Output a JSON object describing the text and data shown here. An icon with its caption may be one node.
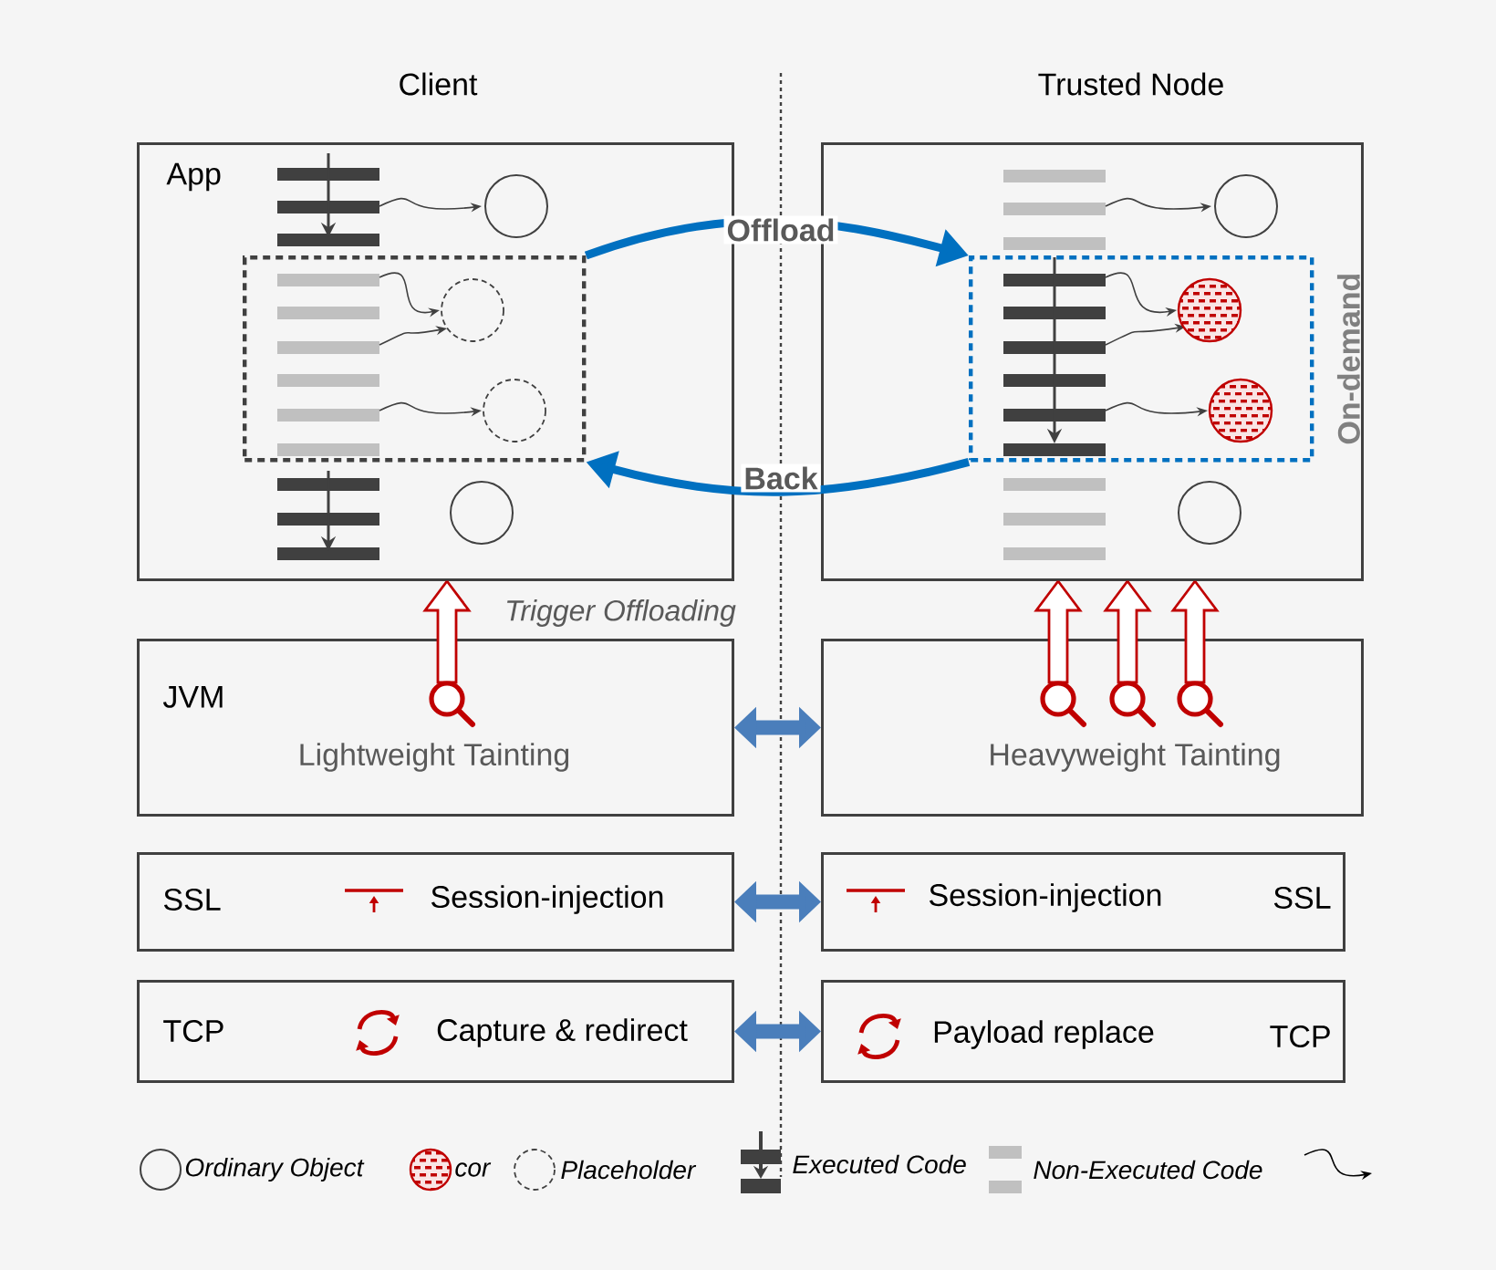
{
  "diagram": {
    "nodes": [
      {
        "text": [
          "App"
        ]
      },
      {
        "text": [],
        "shape": "box",
        "in": 0
      },
      {
        "text": [],
        "shape": "box"
      },
      {
        "text": [
          "On-demand"
        ],
        "in": 2
      },
      {
        "text": [
          "JVM",
          "Lightweight Tainting"
        ]
      },
      {
        "text": [
          "Heavyweight Tainting"
        ]
      },
      {
        "text": [
          "SSL",
          "Session-injection"
        ]
      },
      {
        "text": [
          "Session-injection",
          "SSL"
        ]
      },
      {
        "text": [
          "TCP",
          "Capture & redirect"
        ]
      },
      {
        "text": [
          "Payload replace",
          "TCP"
        ]
      }
    ],
    "edges": [
      {
        "from": 1,
        "to": 3,
        "arrow": "to",
        "label": "Offload",
        "color": "#0070c0"
      },
      {
        "from": 3,
        "to": 1,
        "arrow": "to",
        "label": "Back",
        "color": "#0070c0"
      },
      {
        "from": 4,
        "to": 5,
        "arrow": "both",
        "color": "#4a7ebb"
      },
      {
        "from": 6,
        "to": 7,
        "arrow": "both",
        "color": "#4a7ebb"
      },
      {
        "from": 8,
        "to": 9,
        "arrow": "both",
        "color": "#4a7ebb"
      },
      {
        "from": 4,
        "to": 0,
        "arrow": "to",
        "label": "Trigger Offloading",
        "color": "#c00000"
      },
      {
        "from": 5,
        "to": 2,
        "arrow": "to",
        "color": "#c00000"
      },
      {
        "from": 5,
        "to": 2,
        "arrow": "to",
        "color": "#c00000"
      },
      {
        "from": 5,
        "to": 2,
        "arrow": "to",
        "color": "#c00000"
      }
    ],
    "labels": [
      "Client",
      "Trusted Node"
    ],
    "legend": [
      {
        "text": "Ordinary Object"
      },
      {
        "text": "cor"
      },
      {
        "text": "Placeholder"
      },
      {
        "text": "Executed Code"
      },
      {
        "text": "Non-Executed Code"
      }
    ]
  }
}
